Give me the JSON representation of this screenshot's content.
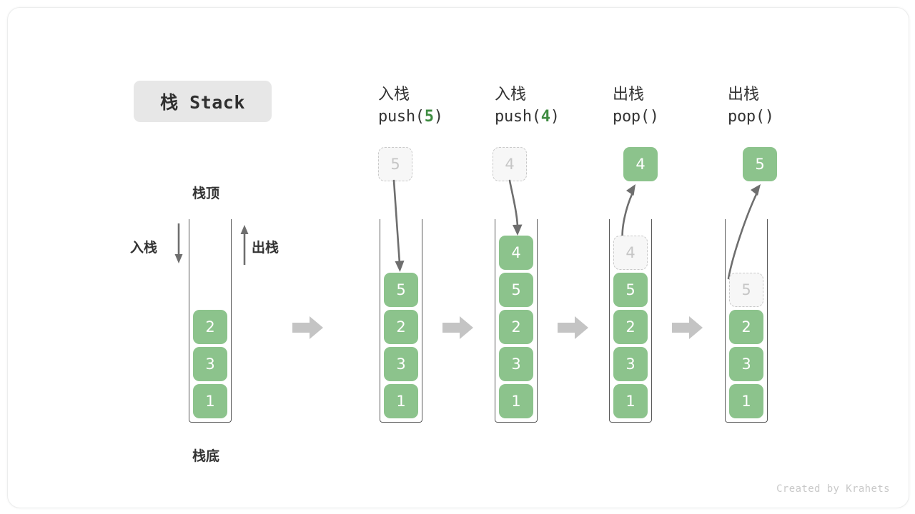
{
  "title_badge": {
    "text": "栈 Stack"
  },
  "overview": {
    "top_label": "栈顶",
    "bottom_label": "栈底",
    "push_label": "入栈",
    "pop_label": "出栈",
    "cells": [
      "2",
      "3",
      "1"
    ]
  },
  "steps": [
    {
      "id": "push-5",
      "caption_zh": "入栈",
      "code_prefix": "push(",
      "code_arg": "5",
      "code_suffix": ")",
      "floating_cell": {
        "value": "5",
        "style": "ghost"
      },
      "arrow": "down-into-stack",
      "cells": [
        {
          "value": "5",
          "style": "solid"
        },
        {
          "value": "2",
          "style": "solid"
        },
        {
          "value": "3",
          "style": "solid"
        },
        {
          "value": "1",
          "style": "solid"
        }
      ]
    },
    {
      "id": "push-4",
      "caption_zh": "入栈",
      "code_prefix": "push(",
      "code_arg": "4",
      "code_suffix": ")",
      "floating_cell": {
        "value": "4",
        "style": "ghost"
      },
      "arrow": "down-into-stack",
      "cells": [
        {
          "value": "4",
          "style": "solid"
        },
        {
          "value": "5",
          "style": "solid"
        },
        {
          "value": "2",
          "style": "solid"
        },
        {
          "value": "3",
          "style": "solid"
        },
        {
          "value": "1",
          "style": "solid"
        }
      ]
    },
    {
      "id": "pop-1",
      "caption_zh": "出栈",
      "code_prefix": "pop(",
      "code_arg": "",
      "code_suffix": ")",
      "floating_cell": {
        "value": "4",
        "style": "solid"
      },
      "arrow": "up-out-of-stack",
      "cells": [
        {
          "value": "4",
          "style": "ghost"
        },
        {
          "value": "5",
          "style": "solid"
        },
        {
          "value": "2",
          "style": "solid"
        },
        {
          "value": "3",
          "style": "solid"
        },
        {
          "value": "1",
          "style": "solid"
        }
      ]
    },
    {
      "id": "pop-2",
      "caption_zh": "出栈",
      "code_prefix": "pop(",
      "code_arg": "",
      "code_suffix": ")",
      "floating_cell": {
        "value": "5",
        "style": "solid"
      },
      "arrow": "up-out-of-stack",
      "cells": [
        {
          "value": "5",
          "style": "ghost"
        },
        {
          "value": "2",
          "style": "solid"
        },
        {
          "value": "3",
          "style": "solid"
        },
        {
          "value": "1",
          "style": "solid"
        }
      ]
    }
  ],
  "colors": {
    "element_green": "#8cc38c",
    "accent_green": "#3d8b40",
    "ghost_gray": "#c6c6c6",
    "arrow_gray": "#6e6e6e",
    "separator_gray": "#c4c4c4",
    "badge_bg": "#e7e7e7"
  },
  "footer": {
    "credit": "Created by Krahets"
  }
}
